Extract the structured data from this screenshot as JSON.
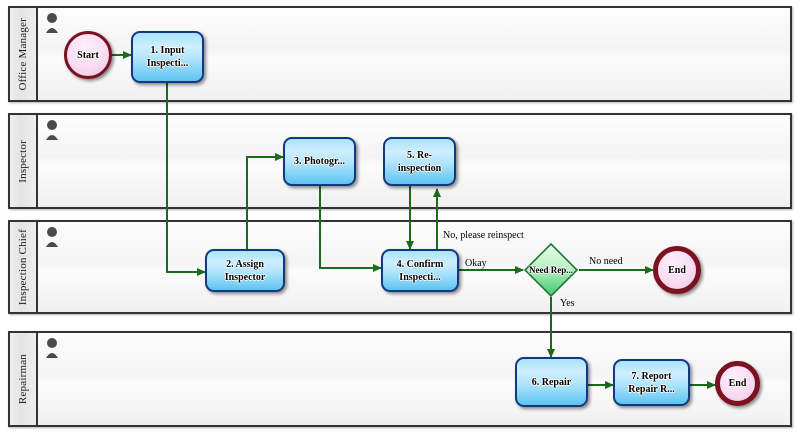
{
  "diagram": {
    "type": "bpmn-swimlane",
    "flow_color": "#1a6b1a",
    "task_border_color": "#14387f",
    "event_border_color": "#7b1220",
    "gateway_color": "#3fbf6f",
    "lane_border_color": "#333333"
  },
  "lanes": [
    {
      "id": "lane-office-manager",
      "title": "Office Manager",
      "actor_icon": "person-icon"
    },
    {
      "id": "lane-inspector",
      "title": "Inspector",
      "actor_icon": "person-icon"
    },
    {
      "id": "lane-inspection-chief",
      "title": "Inspection Chief",
      "actor_icon": "person-icon"
    },
    {
      "id": "lane-repairman",
      "title": "Repairman",
      "actor_icon": "person-icon"
    }
  ],
  "nodes": {
    "start_event": {
      "label": "Start",
      "kind": "start-event",
      "lane": "Office Manager"
    },
    "task1": {
      "label": "1. Input Inspecti...",
      "kind": "task",
      "lane": "Office Manager"
    },
    "task3": {
      "label": "3. Photogr...",
      "kind": "task",
      "lane": "Inspector"
    },
    "task5": {
      "label": "5. Re-inspection",
      "kind": "task",
      "lane": "Inspector"
    },
    "task2": {
      "label": "2. Assign Inspector",
      "kind": "task",
      "lane": "Inspection Chief"
    },
    "task4": {
      "label": "4. Confirm Inspecti...",
      "kind": "task",
      "lane": "Inspection Chief"
    },
    "gateway": {
      "label": "Need Rep...",
      "kind": "exclusive-gateway",
      "lane": "Inspection Chief"
    },
    "end_chief": {
      "label": "End",
      "kind": "end-event",
      "lane": "Inspection Chief"
    },
    "task6": {
      "label": "6. Repair",
      "kind": "task",
      "lane": "Repairman"
    },
    "task7": {
      "label": "7. Report Repair R...",
      "kind": "task",
      "lane": "Repairman"
    },
    "end_repairman": {
      "label": "End",
      "kind": "end-event",
      "lane": "Repairman"
    }
  },
  "edge_labels": {
    "reinspect": "No, please reinspect",
    "okay": "Okay",
    "no_need": "No need",
    "yes": "Yes"
  }
}
